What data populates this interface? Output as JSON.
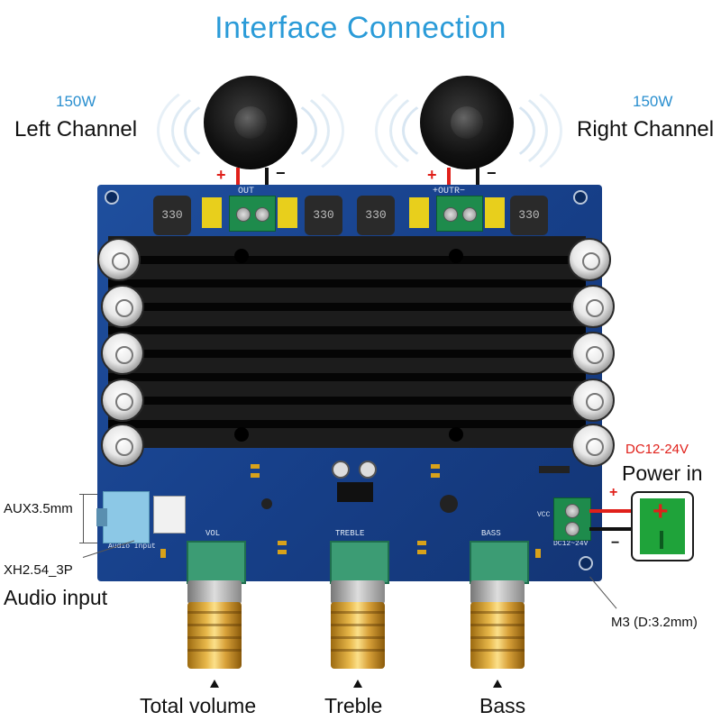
{
  "title": "Interface  Connection",
  "speakers": {
    "left": {
      "power": "150W",
      "label": "Left Channel"
    },
    "right": {
      "power": "150W",
      "label": "Right Channel"
    }
  },
  "polarity": {
    "plus": "+",
    "minus": "−"
  },
  "board": {
    "out_left": "OUT",
    "out_right": "+OUTR−",
    "inductor": "330",
    "vol": "VOL",
    "treble": "TREBLE",
    "bass": "BASS",
    "audio_input_silk": "Audio Input",
    "vcc": "VCC",
    "dc_silk": "DC12~24V"
  },
  "annotations": {
    "aux": "AUX3.5mm",
    "xh": "XH2.54_3P",
    "audio_input": "Audio input",
    "dc_range": "DC12-24V",
    "power_in": "Power in",
    "mount_hole": "M3 (D:3.2mm)",
    "total_volume": "Total volume",
    "treble": "Treble",
    "bass": "Bass"
  },
  "power_icon": {
    "plus": "+",
    "minus": "—"
  },
  "colors": {
    "title": "#2a9bd8",
    "accent_red": "#e0201a",
    "pcb": "#17408a",
    "terminal": "#1e8b4c"
  }
}
